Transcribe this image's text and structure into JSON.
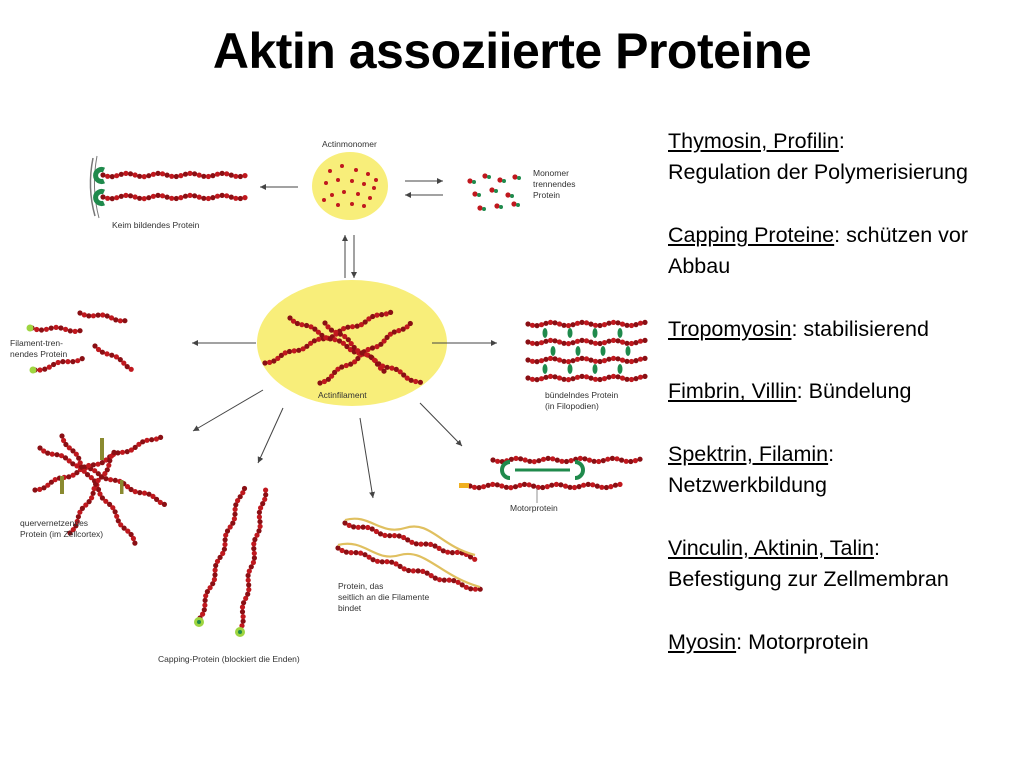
{
  "title": "Aktin assoziierte Proteine",
  "figure": {
    "labels": {
      "actinmonomer": "Actinmonomer",
      "keim": "Keim bildendes Protein",
      "monomer_line1": "Monomer",
      "monomer_line2": "trennendes",
      "monomer_line3": "Protein",
      "filament_line1": "Filament-tren-",
      "filament_line2": "nendes Protein",
      "actinfilament": "Actinfilament",
      "buendelnd_line1": "bündelndes Protein",
      "buendelnd_line2": "(in Filopodien)",
      "quer_line1": "quervernetzendes",
      "quer_line2": "Protein (im Zellcortex)",
      "motor": "Motorprotein",
      "seitlich_line1": "Protein, das",
      "seitlich_line2": "seitlich an die Filamente",
      "seitlich_line3": "bindet",
      "capping": "Capping-Protein (blockiert die Enden)"
    },
    "colors": {
      "filament": "#c0181e",
      "filament_dark": "#8a0f14",
      "monomer_zone": "#f8ee7a",
      "filament_zone": "#f8ee7a",
      "monomer_dot": "#c0181e",
      "binding_green": "#1f8a4c",
      "cap_green": "#9ed540",
      "crosslink_olive": "#8a8a30",
      "side_protein": "#e0c060",
      "arrow": "#444444"
    }
  },
  "bullets": [
    {
      "term": "Thymosin, Profilin",
      "sep": ":",
      "desc": "Regulation der Polymerisierung"
    },
    {
      "term": "Capping Proteine",
      "sep": ":",
      "desc": " schützen vor Abbau"
    },
    {
      "term": "Tropomyosin",
      "sep": ":",
      "desc": " stabilisierend"
    },
    {
      "term": "Fimbrin, Villin",
      "sep": ":",
      "desc": " Bündelung"
    },
    {
      "term": "Spektrin, Filamin",
      "sep": ":",
      "desc": "Netzwerkbildung"
    },
    {
      "term": "Vinculin, Aktinin, Talin",
      "sep": ":",
      "desc": "Befestigung zur Zellmembran"
    },
    {
      "term": "Myosin",
      "sep": ":",
      "desc": " Motorprotein"
    }
  ]
}
